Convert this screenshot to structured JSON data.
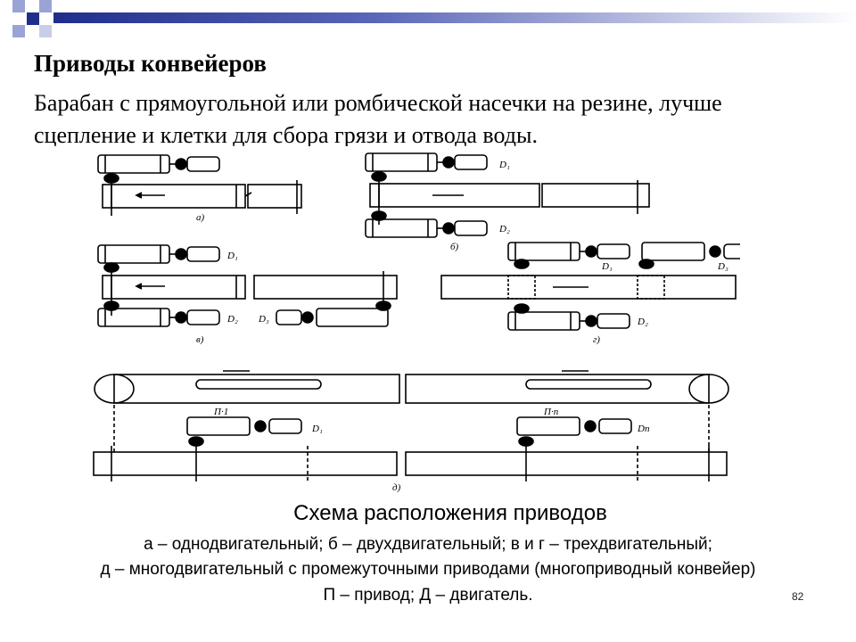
{
  "slide": {
    "title": "Приводы конвейеров",
    "subtitle": "Барабан с прямоугольной или ромбической насечки на резине, лучше сцепление и клетки для сбора грязи и отвода воды.",
    "figure": {
      "labels": {
        "a": "а)",
        "b": "б)",
        "v": "в)",
        "g": "г)",
        "d": "д)",
        "D1": "D₁",
        "D2": "D₂",
        "D3": "D₃",
        "Dn": "Dп",
        "P1": "П·1",
        "Pn": "П·п"
      }
    },
    "caption": {
      "title": "Схема расположения приводов",
      "line1": "а – однодвигательный; б – двухдвигательный; в и г – трехдвигательный;",
      "line2": "д – многодвигательный с промежуточными приводами (многоприводный конвейер)",
      "line3": "П – привод; Д – двигатель."
    },
    "page_number": "82",
    "colors": {
      "accent": "#1f2e8c",
      "accent_light": "#9aa3d6"
    }
  }
}
